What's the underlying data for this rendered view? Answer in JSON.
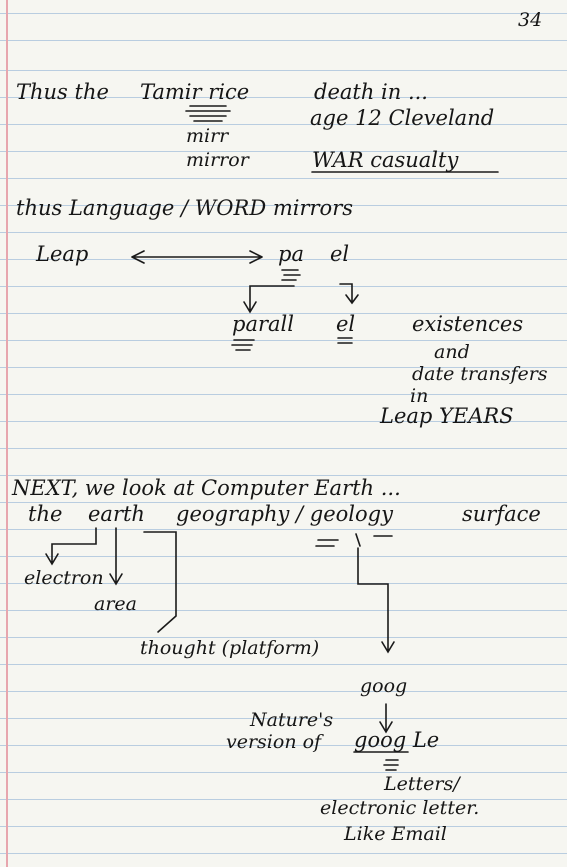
{
  "page_number": "34",
  "lines": {
    "l1_thus_the": "Thus the",
    "l1_tamir_rice": "Tamir rice",
    "l1_death_in": "death in ...",
    "l2_age": "age 12 Cleveland",
    "l3_mirr": "mirr",
    "l4_mirror": "mirror",
    "l4_war": "WAR casualty",
    "l5": "thus Language / WORD mirrors",
    "l6_leap": "Leap",
    "l6_pa": "pa",
    "l6_el": "el",
    "l7_parall": "parall",
    "l7_el": "el",
    "l7_existences": "existences",
    "l8_and": "and",
    "l9_date": "date transfers",
    "l10_in": "in",
    "l11": "Leap YEARS",
    "l12": "NEXT, we look at Computer Earth ...",
    "l13_the": "the",
    "l13_earth": "earth",
    "l13_geo": "geography / geology",
    "l13_surface": "surface",
    "l14_electron": "electron",
    "l15_area": "area",
    "l16_thought": "thought (platform)",
    "l17_goog": "goog",
    "l18_natures": "Nature's",
    "l19_version": "version of",
    "l19_google": "goog Le",
    "l20_letters": "Letters/",
    "l21_electronic": "electronic letter.",
    "l22_like": "Like Email"
  }
}
